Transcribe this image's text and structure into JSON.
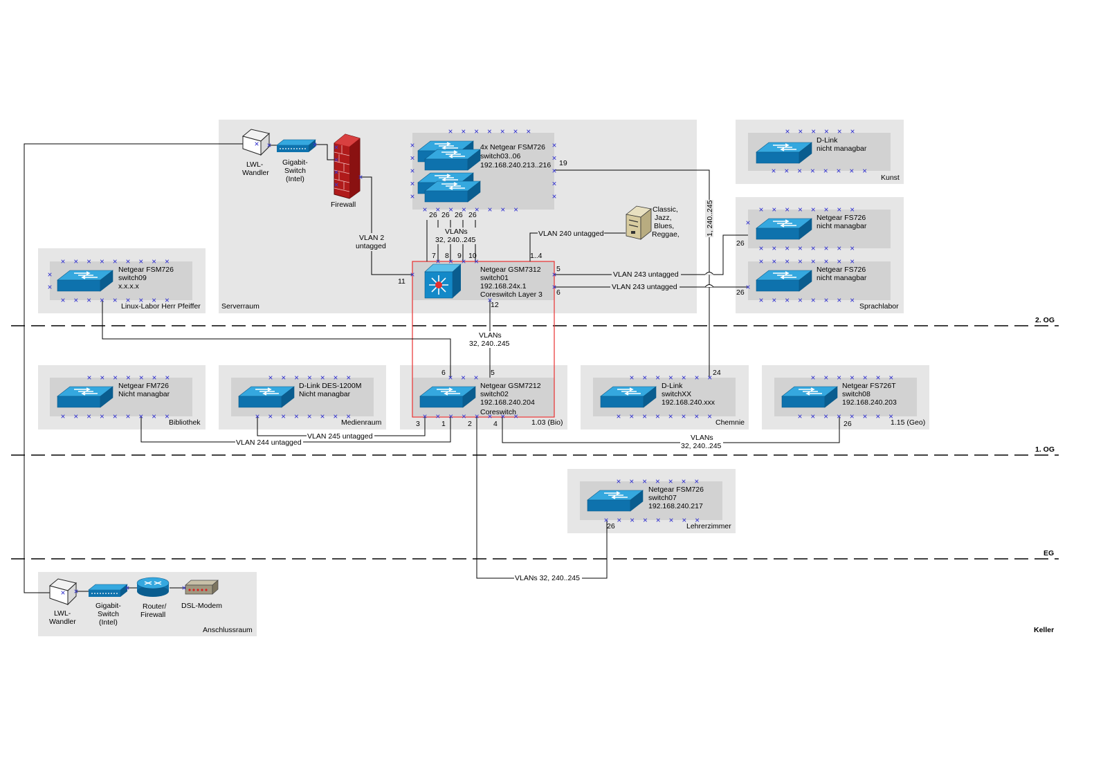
{
  "floors": {
    "og2": "2. OG",
    "og1": "1. OG",
    "eg": "EG",
    "keller": "Keller"
  },
  "rooms": {
    "serverraum": "Serverraum",
    "kunst": "Kunst",
    "sprachlabor": "Sprachlabor",
    "linux": "Linux-Labor Herr Pfeiffer",
    "bibliothek": "Bibliothek",
    "medienraum": "Medienraum",
    "bio": "1.03 (Bio)",
    "chemie": "Chemnie",
    "geo": "1.15 (Geo)",
    "lehrer": "Lehrerzimmer",
    "anschluss": "Anschlussraum"
  },
  "devices": {
    "lwl1": [
      "LWL-",
      "Wandler"
    ],
    "gbsw1": [
      "Gigabit-",
      "Switch",
      "(Intel)"
    ],
    "firewall": "Firewall",
    "fsm4x": [
      "4x Netgear FSM726",
      "switch03..06",
      "192.168.240.213..216"
    ],
    "server": [
      "Classic,",
      "Jazz,",
      "Blues,",
      "Reggae,"
    ],
    "dlink_kunst": [
      "D-Link",
      "nicht managbar"
    ],
    "fs726a": [
      "Netgear FS726",
      "nicht managbar"
    ],
    "fs726b": [
      "Netgear FS726",
      "nicht managbar"
    ],
    "switch09": [
      "Netgear FSM726",
      "switch09",
      "x.x.x.x"
    ],
    "switch01": [
      "Netgear GSM7312",
      "switch01",
      "192.168.24x.1",
      "Coreswitch Layer 3"
    ],
    "fm726": [
      "Netgear FM726",
      "Nicht managbar"
    ],
    "des1200": [
      "D-Link DES-1200M",
      "Nicht managbar"
    ],
    "switch02": [
      "Netgear GSM7212",
      "switch02",
      "192.168.240.204",
      "Coreswitch"
    ],
    "switchxx": [
      "D-Link",
      "switchXX",
      "192.168.240.xxx"
    ],
    "switch08": [
      "Netgear FS726T",
      "switch08",
      "192.168.240.203"
    ],
    "switch07": [
      "Netgear FSM726",
      "switch07",
      "192.168.240.217"
    ],
    "lwl2": [
      "LWL-",
      "Wandler"
    ],
    "gbsw2": [
      "Gigabit-",
      "Switch",
      "(Intel)"
    ],
    "router": [
      "Router/",
      "Firewall"
    ],
    "dsl": "DSL-Modem"
  },
  "links": {
    "vlan2": [
      "VLAN 2",
      "untagged"
    ],
    "vlans_top": [
      "VLANs",
      "32, 240..245"
    ],
    "vlan240": "VLAN 240 untagged",
    "vlan243a": "VLAN 243 untagged",
    "vlan243b": "VLAN 243 untagged",
    "trunk_right": "1, 240..245",
    "vlans_mid": [
      "VLANs",
      "32, 240..245"
    ],
    "vlan244": "VLAN 244 untagged",
    "vlan245": "VLAN 245 untagged",
    "vlans_geo": [
      "VLANs",
      "32, 240..245"
    ],
    "vlans_bottom": "VLANs 32, 240..245"
  },
  "ports": {
    "p26a": "26",
    "p26b": "26",
    "p26c": "26",
    "p26d": "26",
    "p19": "19",
    "p7": "7",
    "p8": "8",
    "p9": "9",
    "p10": "10",
    "p1_4": "1..4",
    "p5": "5",
    "p6": "6",
    "p11": "11",
    "p12": "12",
    "p26_fs1": "26",
    "p26_fs2": "26",
    "s2_6": "6",
    "s2_5": "5",
    "s2_3": "3",
    "s2_1": "1",
    "s2_2": "2",
    "s2_4": "4",
    "p24": "24",
    "p26_geo": "26",
    "p26_lehrer": "26"
  },
  "colors": {
    "room": "#e6e6e6",
    "inner": "#d2d2d2",
    "switch_top": "#2f9fd6",
    "switch_front": "#0f6fa8",
    "core_box": "#e8302f",
    "port_x": "#3a3ad0"
  }
}
